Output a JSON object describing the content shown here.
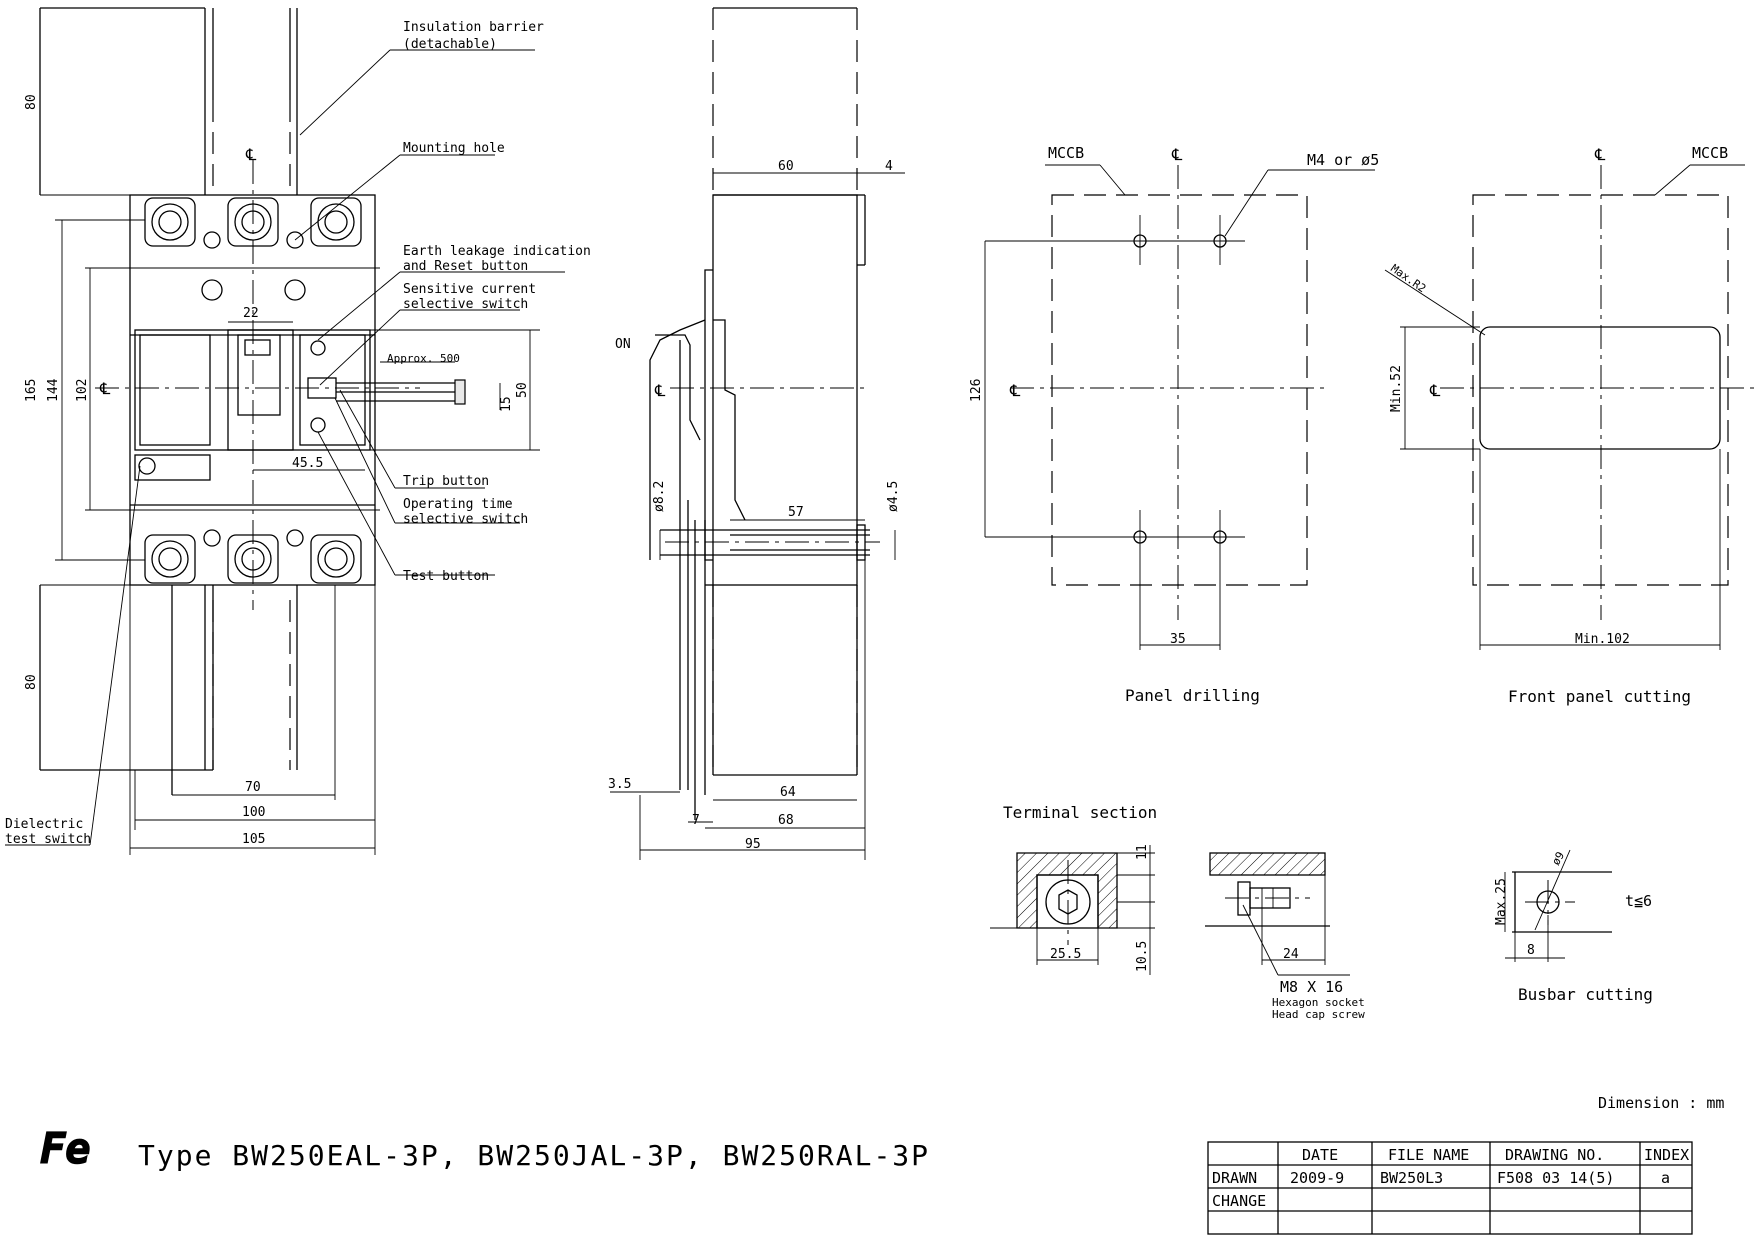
{
  "front_view": {
    "labels": {
      "insulation_barrier": "Insulation barrier",
      "insulation_barrier_sub": "(detachable)",
      "mounting_hole": "Mounting hole",
      "earth_leakage": "Earth leakage indication",
      "earth_leakage_sub": "and Reset button",
      "sensitive_current": "Sensitive current",
      "sensitive_current_sub": "selective switch",
      "approx": "Approx. 500",
      "trip_button": "Trip button",
      "operating_time": "Operating time",
      "operating_time_sub": "selective switch",
      "test_button": "Test button",
      "dielectric": "Dielectric",
      "dielectric_sub": "test switch",
      "centerline": "℄"
    },
    "dims": {
      "top": "80",
      "bottom": "80",
      "h165": "165",
      "h144": "144",
      "h102": "102",
      "w22": "22",
      "w45_5": "45.5",
      "h50": "50",
      "h15": "15",
      "w70": "70",
      "w100": "100",
      "w105": "105"
    }
  },
  "side_view": {
    "labels": {
      "on": "ON",
      "centerline": "℄"
    },
    "dims": {
      "w60": "60",
      "w4": "4",
      "d8_2": "ø8.2",
      "d4_5": "ø4.5",
      "w57": "57",
      "w3_5": "3.5",
      "w64": "64",
      "w7": "7",
      "w68": "68",
      "w95": "95"
    }
  },
  "panel_drilling": {
    "title": "Panel drilling",
    "mccb": "MCCB",
    "hole": "M4 or ø5",
    "dims": {
      "h126": "126",
      "w35": "35"
    },
    "centerline": "℄"
  },
  "front_panel_cutting": {
    "title": "Front panel cutting",
    "mccb": "MCCB",
    "radius": "Max.R2",
    "dims": {
      "min52": "Min.52",
      "min102": "Min.102"
    },
    "centerline": "℄"
  },
  "terminal_section": {
    "title": "Terminal section",
    "dims": {
      "d11": "11",
      "d25_5": "25.5",
      "d10_5": "10.5",
      "d24": "24"
    },
    "screw": "M8 X 16",
    "screw_sub1": "Hexagon socket",
    "screw_sub2": "Head cap screw"
  },
  "busbar_cutting": {
    "title": "Busbar cutting",
    "dims": {
      "d9": "ø9",
      "max25": "Max.25",
      "d8": "8"
    },
    "thickness": "t≦6"
  },
  "footer": {
    "units": "Dimension : mm",
    "logo": "Fe",
    "type_label": "Type  BW250EAL-3P, BW250JAL-3P, BW250RAL-3P",
    "table": {
      "headers": [
        "",
        "DATE",
        "FILE NAME",
        "DRAWING NO.",
        "INDEX"
      ],
      "rows": [
        [
          "DRAWN",
          "2009-9",
          "BW250L3",
          "F508 03 14(5)",
          "a"
        ],
        [
          "CHANGE",
          "",
          "",
          "",
          ""
        ],
        [
          "",
          "",
          "",
          "",
          ""
        ]
      ]
    }
  }
}
